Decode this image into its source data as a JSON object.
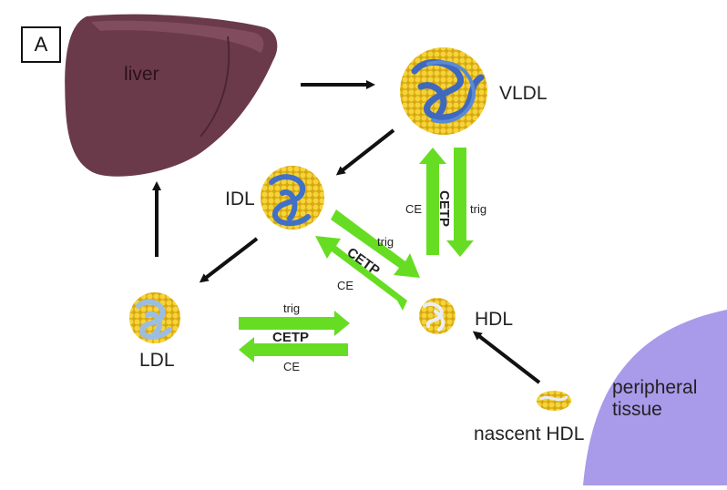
{
  "panel_label": "A",
  "nodes": {
    "liver": "liver",
    "vldl": "VLDL",
    "idl": "IDL",
    "ldl": "LDL",
    "hdl": "HDL",
    "nascent_hdl": "nascent HDL",
    "peripheral_tissue_line1": "peripheral",
    "peripheral_tissue_line2": "tissue"
  },
  "exchanges": {
    "vldl_hdl": {
      "enzyme": "CETP",
      "left": "CE",
      "right": "trig"
    },
    "idl_hdl": {
      "enzyme": "CETP",
      "top": "trig",
      "bottom": "CE"
    },
    "ldl_hdl": {
      "enzyme": "CETP",
      "top": "trig",
      "bottom": "CE"
    }
  },
  "colors": {
    "liver": "#6b3a4a",
    "liver_highlight": "#8a5566",
    "tissue": "#a99aea",
    "exchange_arrow": "#66dd22",
    "flow_arrow": "#111111",
    "lipid_yellow": "#f2cf2a",
    "protein_blue": "#4a78c8",
    "protein_light": "#a8c4e6"
  }
}
